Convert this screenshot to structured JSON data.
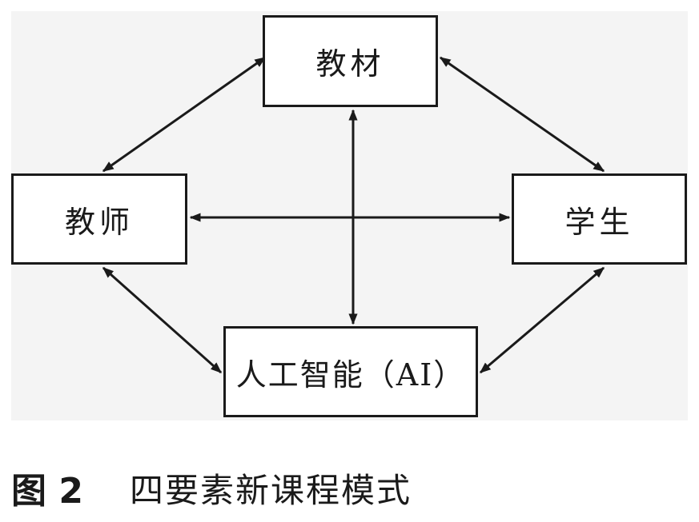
{
  "nodes": {
    "textbook": "教材",
    "teacher": "教师",
    "student": "学生",
    "ai": "人工智能（AI）"
  },
  "caption": {
    "label": "图 2",
    "text": "四要素新课程模式"
  },
  "colors": {
    "stroke": "#1a1a1a",
    "panel_background": "#f4f4f4",
    "box_fill": "#ffffff"
  }
}
